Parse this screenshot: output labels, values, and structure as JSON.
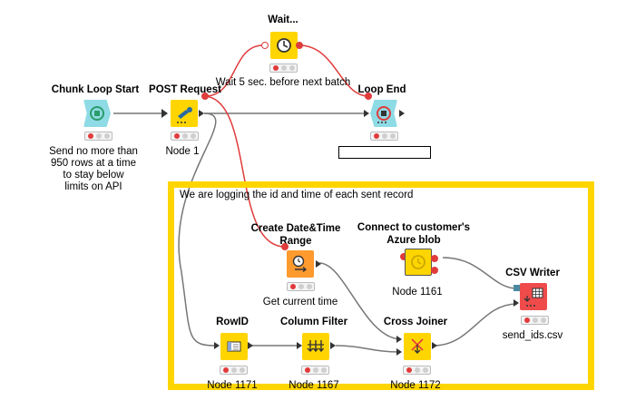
{
  "annotation": {
    "text": "We are logging the id and time of each sent record"
  },
  "nodes": {
    "chunk_loop_start": {
      "title": "Chunk Loop Start",
      "label": "Send no more than\n950 rows at a time\nto stay below\nlimits on API"
    },
    "post_request": {
      "title": "POST Request",
      "label": "Node 1"
    },
    "wait": {
      "title": "Wait...",
      "label": "Wait 5 sec. before next batch"
    },
    "loop_end": {
      "title": "Loop End",
      "label": ""
    },
    "create_datetime_range": {
      "title": "Create Date&Time\nRange",
      "label": "Get current time"
    },
    "connect_azure_blob": {
      "title": "Connect to customer's\nAzure blob",
      "label": "Node 1161"
    },
    "csv_writer": {
      "title": "CSV Writer",
      "label": "send_ids.csv"
    },
    "rowid": {
      "title": "RowID",
      "label": "Node 1171"
    },
    "column_filter": {
      "title": "Column Filter",
      "label": "Node 1167"
    },
    "cross_joiner": {
      "title": "Cross Joiner",
      "label": "Node 1172"
    }
  },
  "colors": {
    "yellow_node": "#ffd500",
    "loop_node": "#8fdbe5",
    "source_node": "#ff9a2e",
    "writer_node": "#ef4b4b",
    "connector_node": "#ffd500",
    "flow_wire": "#e03c3c",
    "data_wire": "#777777",
    "annotation_border": "#ffd500"
  },
  "icons": {
    "chunk_loop_start": "loop-start-icon",
    "post_request": "rest-post-icon",
    "wait": "clock-icon",
    "loop_end": "loop-end-icon",
    "create_datetime_range": "clock-arrow-icon",
    "connect_azure_blob": "azure-clock-icon",
    "csv_writer": "table-write-icon",
    "rowid": "rowid-icon",
    "column_filter": "column-filter-icon",
    "cross_joiner": "cross-join-icon"
  }
}
